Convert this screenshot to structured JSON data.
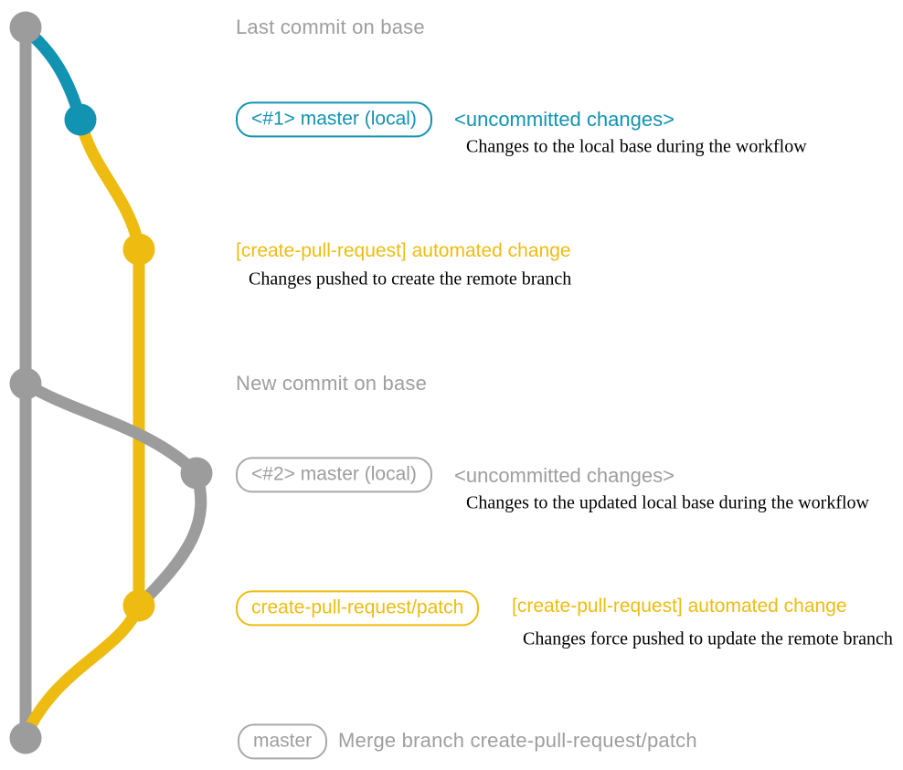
{
  "colors": {
    "base_gray": "#9c9c9c",
    "teal": "#1293b2",
    "yellow": "#eebc11",
    "label_gray": "#9e9e9e",
    "description_black": "#000000"
  },
  "rows": {
    "last_commit": {
      "label": "Last commit on base"
    },
    "local1": {
      "badge": "<#1> master (local)",
      "status": "<uncommitted changes>",
      "description": "Changes to the local base during the workflow"
    },
    "auto1": {
      "title": "[create-pull-request] automated change",
      "description": "Changes pushed to create the remote branch"
    },
    "new_commit": {
      "label": "New commit on base"
    },
    "local2": {
      "badge": "<#2> master (local)",
      "status": "<uncommitted changes>",
      "description": "Changes to the updated local base during the workflow"
    },
    "auto2": {
      "badge": "create-pull-request/patch",
      "title": "[create-pull-request] automated change",
      "description": "Changes force pushed to update the remote branch"
    },
    "merge": {
      "badge": "master",
      "label": "Merge branch create-pull-request/patch"
    }
  }
}
